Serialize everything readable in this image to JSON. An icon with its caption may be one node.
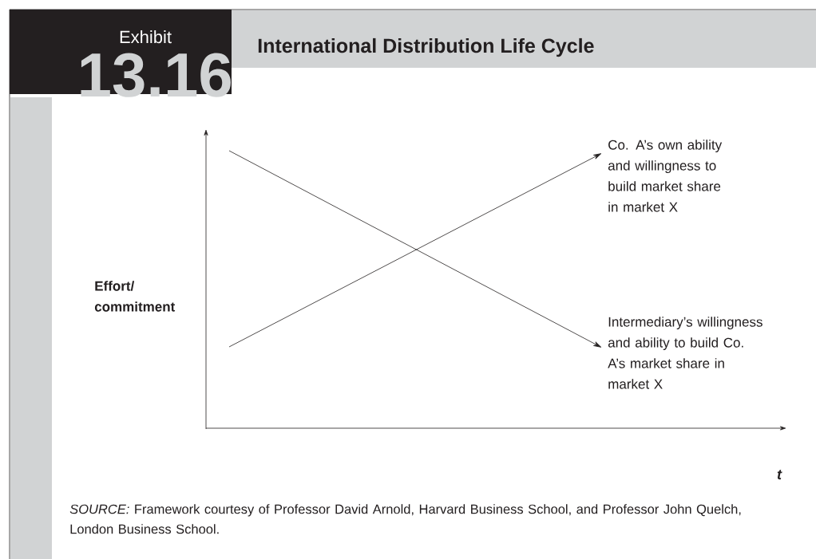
{
  "diagram": {
    "title": "International Distribution Life Cycle",
    "caption": "*SOURCE:* Framework courtesy of Professor David Arnold, Harvard Business School, and Professor John Quelch, London Business School.",
    "nodes": [
      {
        "text": [
          "Co. A’s own ability and willingness to build market share in market X"
        ]
      },
      {
        "text": [
          "Intermediary’s willingness and ability to build Co. A’s market share in market X"
        ]
      }
    ],
    "edges": [
      {
        "from": null,
        "to": 0,
        "arrow": "to"
      },
      {
        "from": null,
        "to": 1,
        "arrow": "to"
      }
    ],
    "labels": [
      "Exhibit",
      "13.16",
      "Effort/ commitment",
      "t"
    ]
  }
}
